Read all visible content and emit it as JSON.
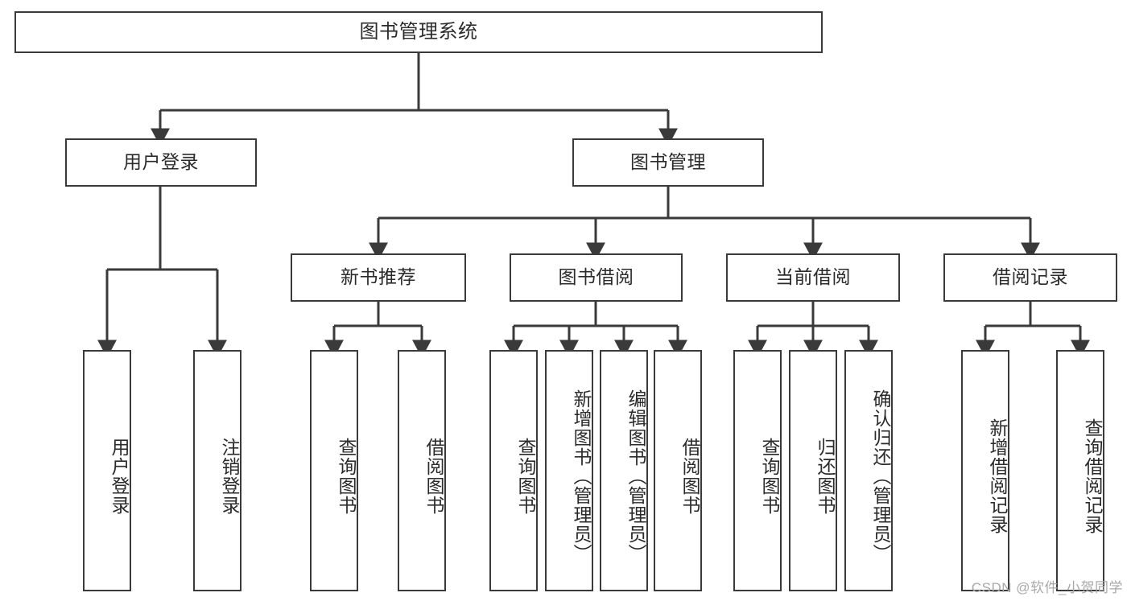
{
  "diagram": {
    "title": "图书管理系统",
    "type": "tree-hierarchy-diagram",
    "colors": {
      "box_border": "#3a3a3a",
      "box_fill": "#ffffff",
      "connector": "#3a3a3a",
      "text": "#2b2b2b",
      "watermark": "#a9a9a9",
      "background": "#ffffff"
    },
    "root": {
      "label": "图书管理系统"
    },
    "level2": [
      {
        "id": "user-login",
        "label": "用户登录"
      },
      {
        "id": "book-management",
        "label": "图书管理"
      }
    ],
    "level3": [
      {
        "id": "new-book-recommend",
        "label": "新书推荐"
      },
      {
        "id": "book-borrow",
        "label": "图书借阅"
      },
      {
        "id": "current-borrow",
        "label": "当前借阅"
      },
      {
        "id": "borrow-record",
        "label": "借阅记录"
      }
    ],
    "leaves": {
      "user_login": [
        {
          "id": "leaf-user-login",
          "label": "用户登录"
        },
        {
          "id": "leaf-logout",
          "label": "注销登录"
        }
      ],
      "new_book_recommend": [
        {
          "id": "leaf-query-book-1",
          "label": "查询图书"
        },
        {
          "id": "leaf-borrow-book-1",
          "label": "借阅图书"
        }
      ],
      "book_borrow": [
        {
          "id": "leaf-query-book-2",
          "label": "查询图书"
        },
        {
          "id": "leaf-add-book",
          "label": "新增图书（管理员）"
        },
        {
          "id": "leaf-edit-book",
          "label": "编辑图书（管理员）"
        },
        {
          "id": "leaf-borrow-book-2",
          "label": "借阅图书"
        }
      ],
      "current_borrow": [
        {
          "id": "leaf-query-book-3",
          "label": "查询图书"
        },
        {
          "id": "leaf-return-book",
          "label": "归还图书"
        },
        {
          "id": "leaf-confirm-return",
          "label": "确认归还（管理员）"
        }
      ],
      "borrow_record": [
        {
          "id": "leaf-add-record",
          "label": "新增借阅记录"
        },
        {
          "id": "leaf-query-record",
          "label": "查询借阅记录"
        }
      ]
    },
    "watermark": "CSDN @软件_小贺同学"
  }
}
